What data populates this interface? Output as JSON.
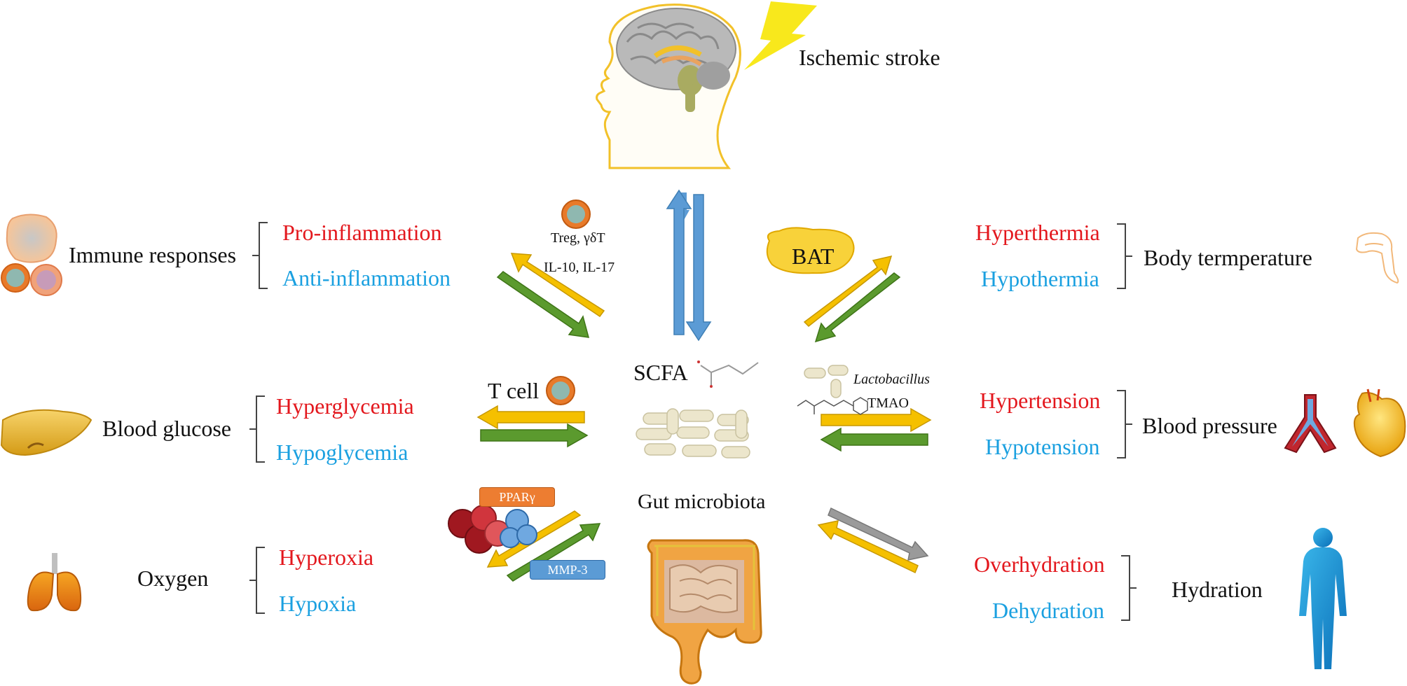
{
  "center": {
    "stroke": "Ischemic stroke",
    "scfa": "SCFA",
    "gut": "Gut microbiota"
  },
  "immune": {
    "label": "Immune responses",
    "high": "Pro-inflammation",
    "low": "Anti-inflammation",
    "cells": "Treg, γδT",
    "cytokines": "IL-10, IL-17"
  },
  "glucose": {
    "label": "Blood glucose",
    "high": "Hyperglycemia",
    "low": "Hypoglycemia",
    "mediator": "T cell"
  },
  "oxygen": {
    "label": "Oxygen",
    "high": "Hyperoxia",
    "low": "Hypoxia",
    "tag1": "PPARγ",
    "tag2": "MMP-3"
  },
  "temperature": {
    "label": "Body termperature",
    "high": "Hyperthermia",
    "low": "Hypothermia",
    "mediator": "BAT"
  },
  "pressure": {
    "label": "Blood pressure",
    "high": "Hypertension",
    "low": "Hypotension",
    "mediator1": "Lactobacillus",
    "mediator2": "TMAO"
  },
  "hydration": {
    "label": "Hydration",
    "high": "Overhydration",
    "low": "Dehydration"
  },
  "colors": {
    "high": "#e3171d",
    "low": "#1aa0e0",
    "yellow_arrow": "#f5c000",
    "green_arrow": "#5b9a2e",
    "blue_arrow": "#5b9bd5",
    "gray_arrow": "#9a9a9a"
  }
}
